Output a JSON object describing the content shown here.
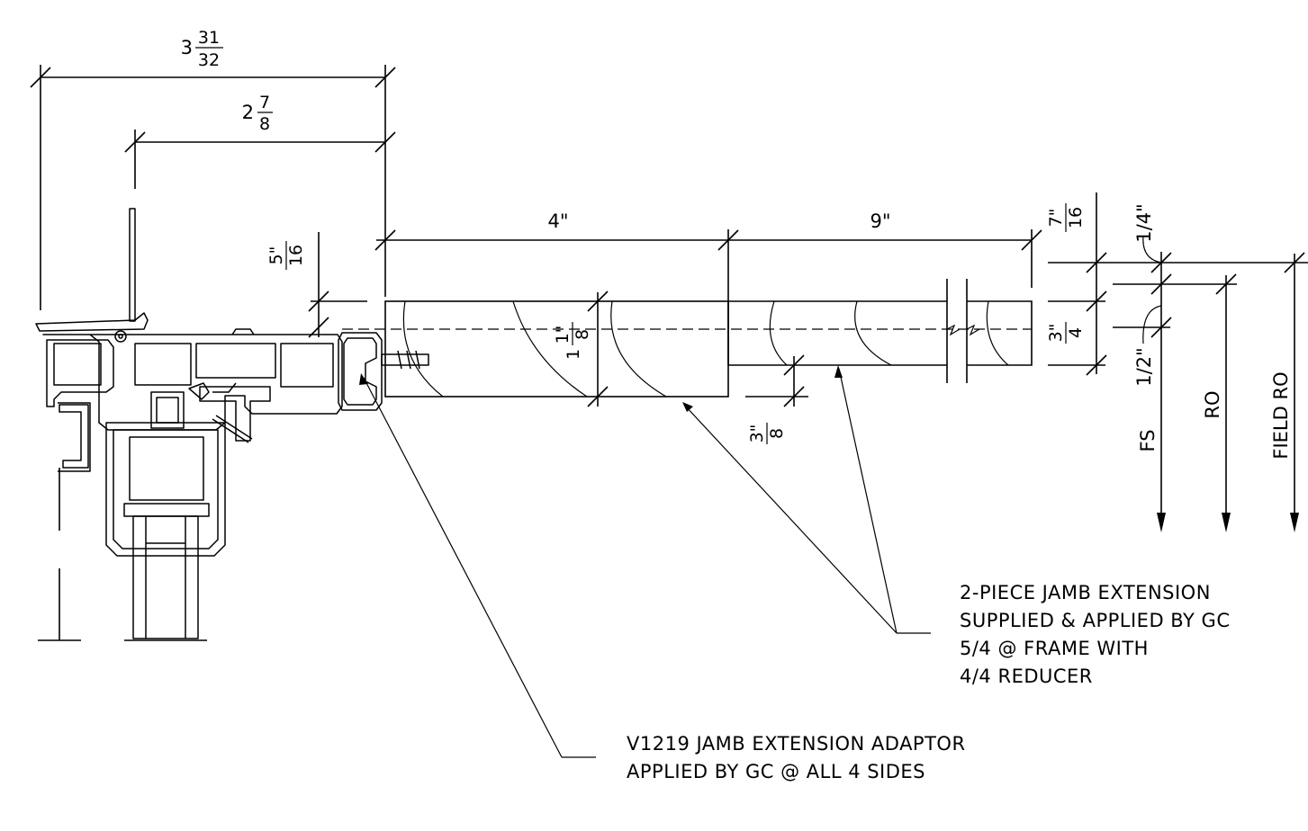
{
  "dimensions": {
    "overall_width": {
      "whole": "3",
      "num": "31",
      "den": "32"
    },
    "frame_depth": {
      "whole": "2",
      "num": "7",
      "den": "8"
    },
    "ext_piece1_length": "4\"",
    "ext_piece2_length": "9\"",
    "top_offset": {
      "num": "5\"",
      "den": "16"
    },
    "piece1_thickness": {
      "whole": "1",
      "num": "1\"",
      "den": "8"
    },
    "reducer_step": {
      "num": "3\"",
      "den": "8"
    },
    "right_offset": {
      "num": "7\"",
      "den": "16"
    },
    "quarter": "1/4\"",
    "three_quarter": {
      "num": "3\"",
      "den": "4"
    },
    "half": "1/2\""
  },
  "reference_lines": {
    "fs": "FS",
    "ro": "RO",
    "field_ro": "FIELD RO"
  },
  "notes": {
    "jamb_extension": [
      "2-PIECE JAMB EXTENSION",
      "SUPPLIED & APPLIED BY GC",
      "5/4 @ FRAME WITH",
      "4/4 REDUCER"
    ],
    "adaptor": [
      "V1219 JAMB EXTENSION ADAPTOR",
      "APPLIED BY GC @ ALL 4 SIDES"
    ]
  }
}
